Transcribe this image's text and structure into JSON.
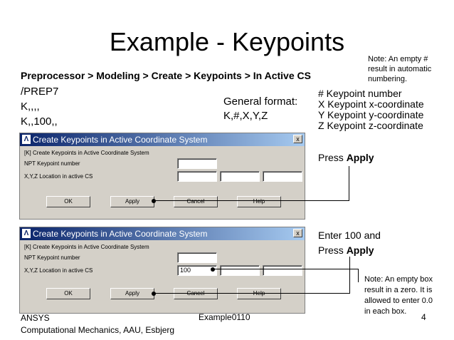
{
  "slide": {
    "title": "Example - Keypoints",
    "note_top": [
      "Note: An empty #",
      "result in automatic",
      "numbering."
    ],
    "menu_path": "Preprocessor > Modeling > Create > Keypoints > In Active CS",
    "commands": [
      "/PREP7",
      "K,,,,",
      "K,,100,,"
    ],
    "general_format": [
      "General format:",
      "K,#,X,Y,Z"
    ],
    "legend": [
      "# Keypoint number",
      "X Keypoint x-coordinate",
      "Y Keypoint y-coordinate",
      "Z Keypoint z-coordinate"
    ],
    "press_prefix": "Press ",
    "apply_word": "Apply",
    "enter_line": "Enter 100 and",
    "note_bottom": [
      "Note: An empty box",
      "result in a zero. It is",
      "allowed to enter 0.0",
      "in each box."
    ],
    "footer": {
      "left1": "ANSYS",
      "left2": "Computational Mechanics, AAU, Esbjerg",
      "mid": "Example0110",
      "page": "4"
    }
  },
  "dialog": {
    "title": "Create Keypoints in Active Coordinate System",
    "close": "x",
    "header_label": "[K]  Create Keypoints in Active Coordinate System",
    "npt_label": "NPT    Keypoint number",
    "xyz_label": "X,Y,Z  Location in active CS",
    "ok": "OK",
    "apply": "Apply",
    "cancel": "Cancel",
    "help": "Help",
    "x_value_second": "100"
  }
}
